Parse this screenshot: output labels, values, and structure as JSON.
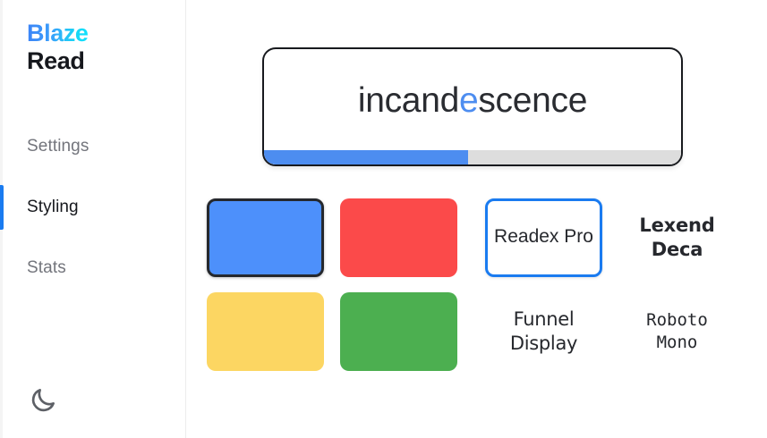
{
  "app": {
    "brand_top": "Blaze",
    "brand_bottom": "Read",
    "brand_gradient_start": "#3b82f6",
    "brand_gradient_end": "#0fe3ff",
    "accent_color": "#1a7bf0"
  },
  "sidebar": {
    "items": [
      {
        "label": "Settings",
        "active": false
      },
      {
        "label": "Styling",
        "active": true
      },
      {
        "label": "Stats",
        "active": false
      }
    ],
    "theme_toggle": {
      "icon": "moon-icon",
      "color": "#5d6066"
    }
  },
  "reader": {
    "word_before": "incand",
    "word_orp": "e",
    "word_after": "scence",
    "full_word": "incandescence",
    "orp_color": "#4d8df0",
    "progress_percent": 49,
    "progress_fill_color": "#4d8df0",
    "progress_track_color": "#dddddd"
  },
  "styling": {
    "colors": [
      {
        "name": "blue",
        "hex": "#4d90fb",
        "selected": true
      },
      {
        "name": "red",
        "hex": "#fb4a4a",
        "selected": false
      },
      {
        "name": "yellow",
        "hex": "#fcd662",
        "selected": false
      },
      {
        "name": "green",
        "hex": "#4caf50",
        "selected": false
      }
    ],
    "fonts": [
      {
        "label": "Readex Pro",
        "selected": true,
        "style": "f-readex"
      },
      {
        "label": "Lexend Deca",
        "selected": false,
        "style": "f-lexend"
      },
      {
        "label": "Funnel Display",
        "selected": false,
        "style": "f-funnel"
      },
      {
        "label": "Roboto Mono",
        "selected": false,
        "style": "f-mono"
      }
    ]
  }
}
